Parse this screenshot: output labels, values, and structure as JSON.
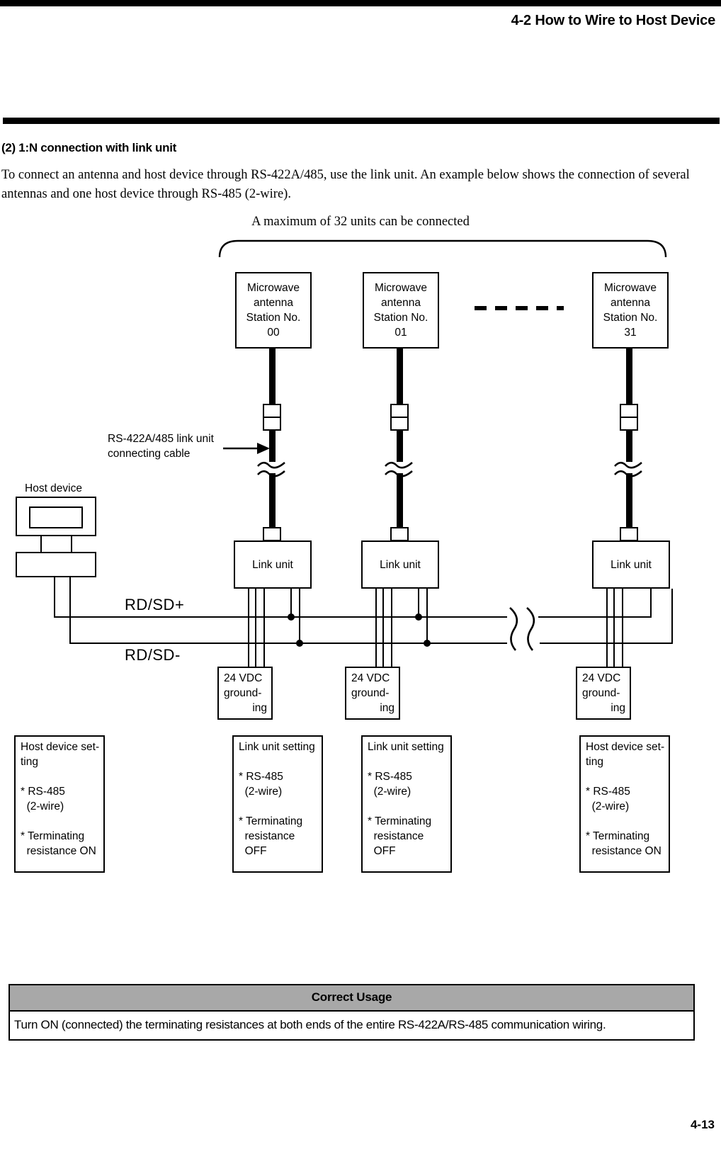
{
  "header": {
    "title": "4-2 How to Wire to Host Device"
  },
  "section": {
    "heading": "(2) 1:N connection with link unit",
    "intro": "To connect an antenna and host device through RS-422A/485, use the link unit.  An example below shows the connection of several antennas and one host device through RS-485 (2-wire)."
  },
  "diagram": {
    "max_units_caption": "A maximum of 32 units can be connected",
    "antennas": [
      {
        "line1": "Microwave",
        "line2": "antenna",
        "line3": "Station No.",
        "line4": "00"
      },
      {
        "line1": "Microwave",
        "line2": "antenna",
        "line3": "Station No.",
        "line4": "01"
      },
      {
        "line1": "Microwave",
        "line2": "antenna",
        "line3": "Station No.",
        "line4": "31"
      }
    ],
    "cable_label": "RS-422A/485 link unit\nconnecting cable",
    "host_device_label": "Host device",
    "link_unit_label": "Link unit",
    "ground_box": {
      "line1": "24 VDC",
      "line2": "ground-",
      "line3": "ing"
    },
    "bus_plus_label": "RD/SD+",
    "bus_minus_label": "RD/SD-",
    "setting_boxes": [
      {
        "title": "Host device set-\nting",
        "item1": "* RS-485\n  (2-wire)",
        "item2": "* Terminating\n  resistance ON"
      },
      {
        "title": "Link unit setting",
        "item1": "* RS-485\n  (2-wire)",
        "item2": "* Terminating\n  resistance\n  OFF"
      },
      {
        "title": "Link unit setting",
        "item1": "* RS-485\n  (2-wire)",
        "item2": "* Terminating\n  resistance\n  OFF"
      },
      {
        "title": "Host device set-\nting",
        "item1": "* RS-485\n  (2-wire)",
        "item2": "* Terminating\n  resistance ON"
      }
    ]
  },
  "correct_usage": {
    "header": "Correct Usage",
    "body": "Turn ON (connected) the terminating resistances at both ends of the entire RS-422A/RS-485 communication wiring."
  },
  "page_number": "4-13"
}
